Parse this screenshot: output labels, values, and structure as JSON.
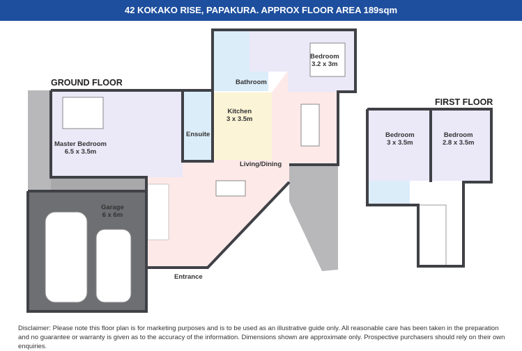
{
  "header": {
    "title": "42 KOKAKO RISE, PAPAKURA. APPROX FLOOR AREA 189sqm"
  },
  "ground_floor": {
    "title": "GROUND FLOOR",
    "rooms": [
      {
        "name": "Master Bedroom",
        "size": "6.5 x 3.5m"
      },
      {
        "name": "Ensuite"
      },
      {
        "name": "Bathroom"
      },
      {
        "name": "Bedroom",
        "size": "3.2 x 3m"
      },
      {
        "name": "Kitchen",
        "size": "3 x 3.5m"
      },
      {
        "name": "Living/Dining"
      },
      {
        "name": "Garage",
        "size": "6 x 6m"
      },
      {
        "name": "Entrance"
      }
    ]
  },
  "first_floor": {
    "title": "FIRST FLOOR",
    "rooms": [
      {
        "name": "Bedroom",
        "size": "3 x 3.5m"
      },
      {
        "name": "Bedroom",
        "size": "2.8 x 3.5m"
      }
    ]
  },
  "disclaimer": {
    "line1": "Disclaimer: Please note this floor plan is for marketing purposes and is to be used as an illustrative guide only. All reasonable care has been taken in the preparation",
    "line2": "and no guarantee or warranty is given as to the accuracy of the information. Dimensions shown are approximate only. Prospective purchasers should rely on their own enquiries."
  },
  "colors": {
    "header": "#1e4f9e",
    "bedroom": "#ebe8f7",
    "bathroom": "#dcedfa",
    "kitchen": "#fbf4d6",
    "living": "#fce9e8",
    "garage": "#6e6f73",
    "deck": "#b8b8ba",
    "wall": "#3f4146"
  }
}
